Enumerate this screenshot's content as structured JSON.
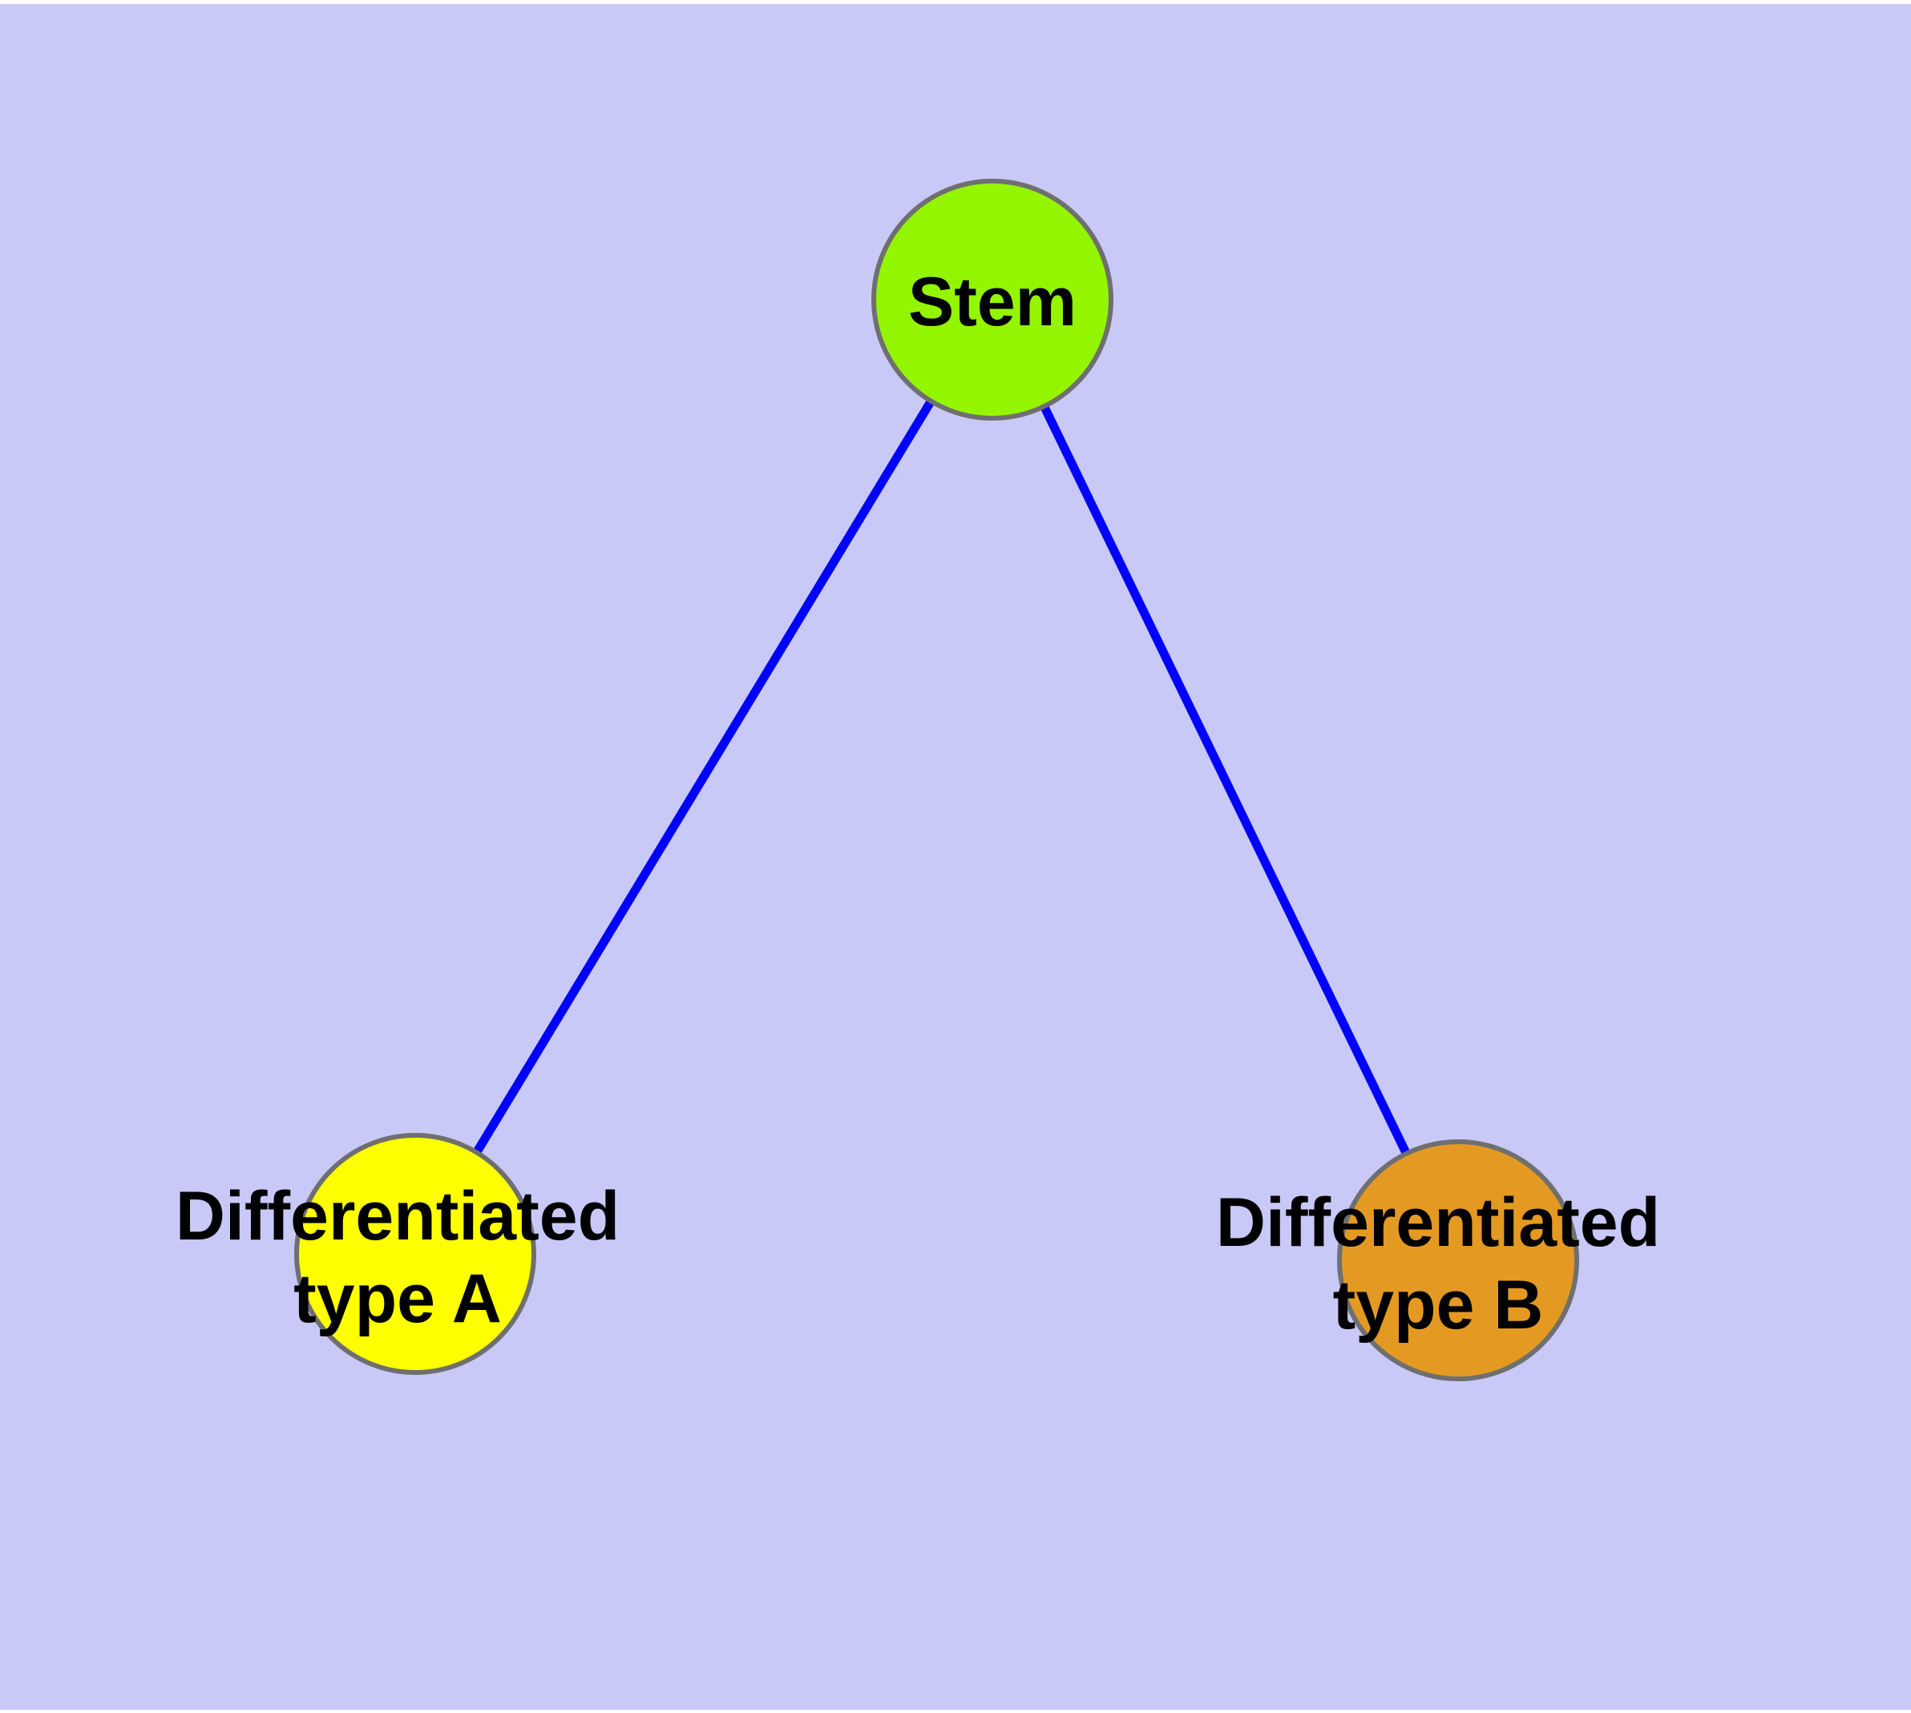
{
  "diagram": {
    "background_color": "#C9C9F8",
    "margin_color": "#FFFFFF",
    "node_border_color": "#6F6F6F",
    "label_color": "#000000",
    "nodes": [
      {
        "id": "stem",
        "label": "Stem",
        "label_lines": [
          "Stem"
        ],
        "fill_color": "#94F500"
      },
      {
        "id": "differentiated-type-a",
        "label": "Differentiated type A",
        "label_lines": [
          "Differentiated",
          "type A"
        ],
        "fill_color": "#FFFF00"
      },
      {
        "id": "differentiated-type-b",
        "label": "Differentiated type B",
        "label_lines": [
          "Differentiated",
          "type B"
        ],
        "fill_color": "#E49A22"
      }
    ],
    "edges": [
      {
        "from": "Stem",
        "to": "Differentiated type A",
        "color": "#0000FF"
      },
      {
        "from": "Stem",
        "to": "Differentiated type B",
        "color": "#0000FF"
      }
    ]
  }
}
